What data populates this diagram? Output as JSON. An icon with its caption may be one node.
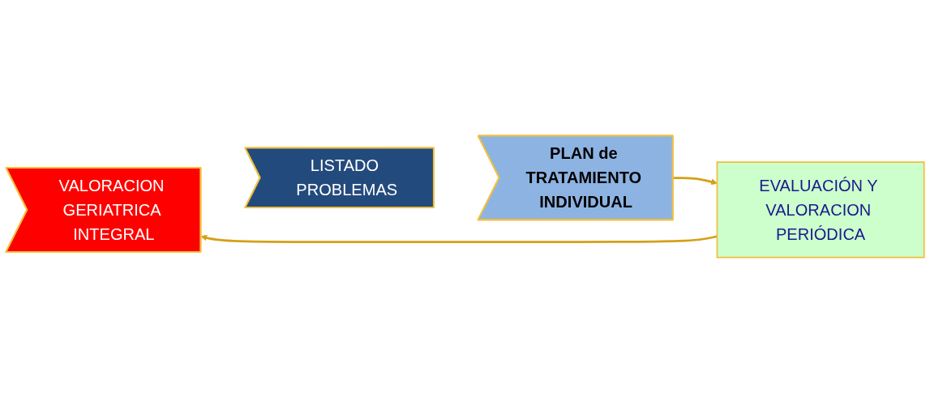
{
  "diagram": {
    "nodes": [
      {
        "text": [
          "VALORACION GERIATRICA INTEGRAL"
        ]
      },
      {
        "text": [
          "LISTADO PROBLEMAS"
        ]
      },
      {
        "text": [
          "PLAN de TRATAMIENTO INDIVIDUAL"
        ]
      },
      {
        "text": [
          "EVALUACIÓN Y VALORACION PERIÓDICA"
        ]
      }
    ],
    "edges": [
      {
        "from": 2,
        "to": 3,
        "arrow": "to"
      },
      {
        "from": 3,
        "to": 0,
        "arrow": "to"
      }
    ]
  }
}
